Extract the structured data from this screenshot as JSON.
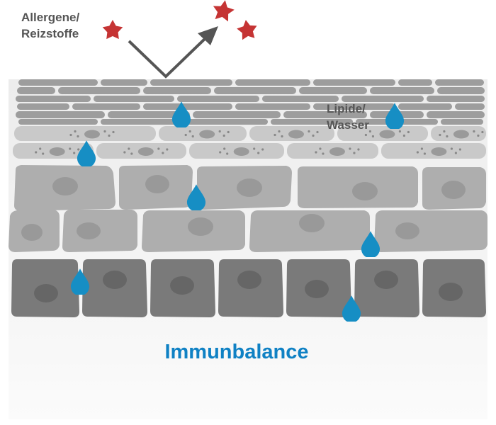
{
  "labels": {
    "allergens_line1": "Allergene/",
    "allergens_line2": "Reizstoffe",
    "lipids_line1": "Lipide/",
    "lipids_line2": "Wasser",
    "bottom": "Immunbalance"
  },
  "colors": {
    "background_top": "#ececec",
    "background_bottom": "#fbfbfb",
    "flat_cells": "#9d9d9d",
    "granular_cells": "#c9c9c9",
    "middle_cells": "#aeaeae",
    "basal_cells": "#7a7a7a",
    "nucleus": "#939393",
    "droplet": "#168ec4",
    "star": "#c53434",
    "arrow": "#555555",
    "text": "#555555",
    "accent_text": "#0f81c4"
  },
  "icons": [
    "star-icon",
    "arrow-icon",
    "water-drop-icon"
  ]
}
